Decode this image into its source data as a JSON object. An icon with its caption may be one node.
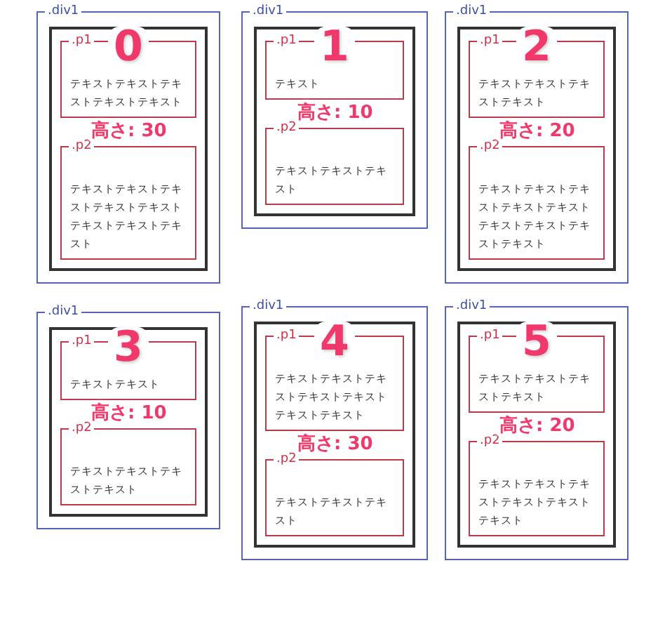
{
  "diagram": {
    "nodes": [
      {
        "text": [
          ".div1"
        ]
      },
      {
        "text": [],
        "shape": "box",
        "in": 0
      },
      {
        "text": [
          ".p1",
          "テキストテキストテキストテキストテキスト"
        ],
        "in": 1
      },
      {
        "text": [
          ".p2",
          "テキストテキストテキストテキストテキストテキストテキストテキスト"
        ],
        "in": 1
      },
      {
        "text": [
          ".div1"
        ]
      },
      {
        "text": [],
        "shape": "box",
        "in": 4
      },
      {
        "text": [
          ".p1",
          "テキスト"
        ],
        "in": 5
      },
      {
        "text": [
          ".p2",
          "テキストテキストテキスト"
        ],
        "in": 5
      },
      {
        "text": [
          ".div1"
        ]
      },
      {
        "text": [],
        "shape": "box",
        "in": 8
      },
      {
        "text": [
          ".p1",
          "テキストテキストテキストテキスト"
        ],
        "in": 9
      },
      {
        "text": [
          ".p2",
          "テキストテキストテキストテキストテキストテキストテキストテキストテキスト"
        ],
        "in": 9
      },
      {
        "text": [
          ".div1"
        ]
      },
      {
        "text": [],
        "shape": "box",
        "in": 12
      },
      {
        "text": [
          ".p1",
          "テキストテキスト"
        ],
        "in": 13
      },
      {
        "text": [
          ".p2",
          "テキストテキストテキストテキスト"
        ],
        "in": 13
      },
      {
        "text": [
          ".div1"
        ]
      },
      {
        "text": [],
        "shape": "box",
        "in": 16
      },
      {
        "text": [
          ".p1",
          "テキストテキストテキストテキストテキストテキストテキスト"
        ],
        "in": 17
      },
      {
        "text": [
          ".p2",
          "テキストテキストテキスト"
        ],
        "in": 17
      },
      {
        "text": [
          ".div1"
        ]
      },
      {
        "text": [],
        "shape": "box",
        "in": 20
      },
      {
        "text": [
          ".p1",
          "テキストテキストテキストテキスト"
        ],
        "in": 21
      },
      {
        "text": [
          ".p2",
          "テキストテキストテキストテキストテキストテキスト"
        ],
        "in": 21
      }
    ],
    "edges": [],
    "labels": [
      "0",
      "高さ: 30",
      "1",
      "高さ: 10",
      "2",
      "高さ: 20",
      "3",
      "高さ: 10",
      "4",
      "高さ: 30",
      "5",
      "高さ: 20"
    ]
  }
}
